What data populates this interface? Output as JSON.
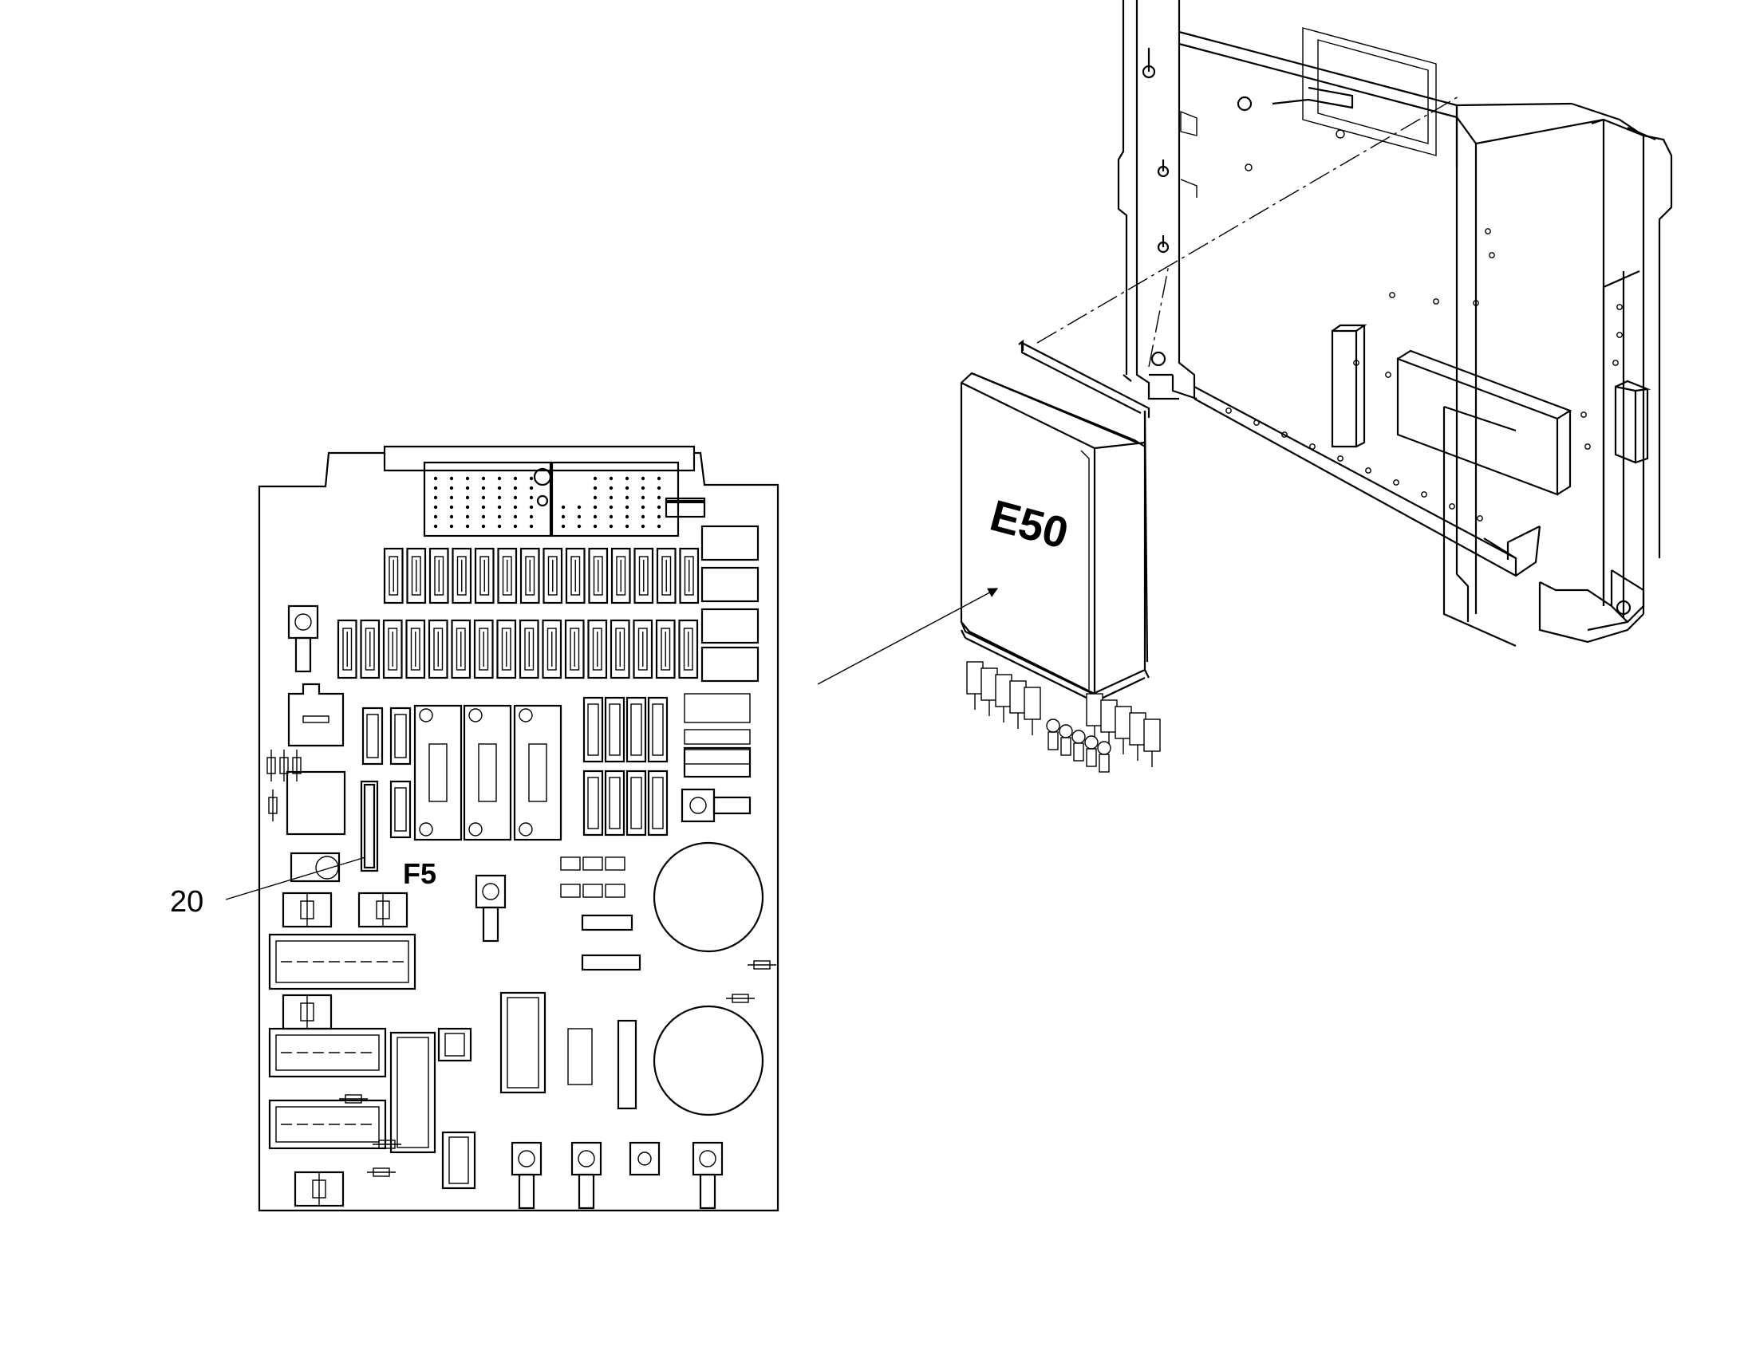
{
  "labels": {
    "module": "E50",
    "fuse": "F5",
    "callout": "20"
  },
  "colors": {
    "ink": "#000000",
    "paper": "#ffffff"
  }
}
